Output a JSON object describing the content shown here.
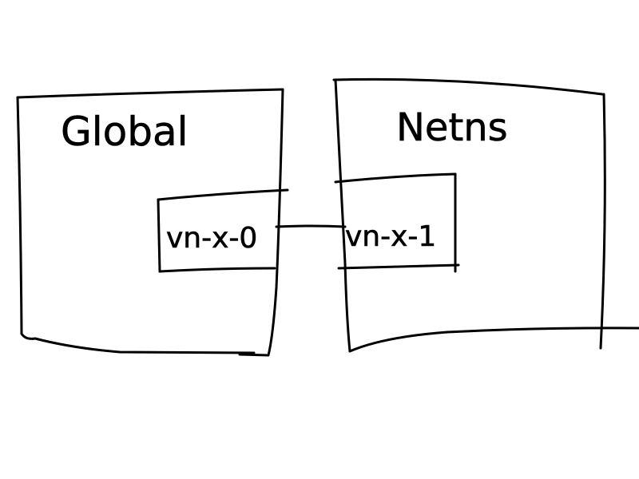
{
  "diagram": {
    "namespaces": [
      {
        "label": "Global"
      },
      {
        "label": "Netns"
      }
    ],
    "interfaces": [
      {
        "label": "vn-x-0"
      },
      {
        "label": "vn-x-1"
      }
    ],
    "colors": {
      "ink": "#000000",
      "background": "#ffffff"
    }
  }
}
